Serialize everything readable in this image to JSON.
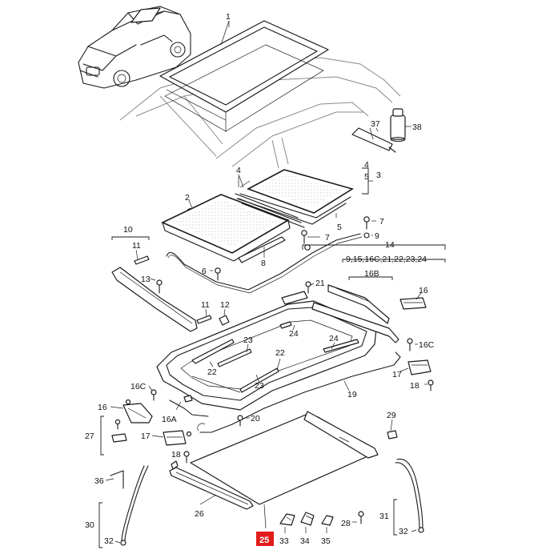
{
  "diagram": {
    "labels": {
      "l1": "1",
      "l2": "2",
      "l3": "3",
      "l4": "4",
      "l5a": "5",
      "l5b": "5",
      "l6": "6",
      "l7a": "7",
      "l7b": "7",
      "l8": "8",
      "l9": "9",
      "l10": "10",
      "l11a": "11",
      "l11b": "11",
      "l12": "12",
      "l13": "13",
      "l14": "14",
      "l14sub": "9,15,16C,21,22,23,24",
      "l16a": "16",
      "l16b": "16",
      "l16B": "16B",
      "l16Ca": "16C",
      "l16Cb": "16C",
      "l16A": "16A",
      "l17a": "17",
      "l17b": "17",
      "l18a": "18",
      "l18b": "18",
      "l19": "19",
      "l20": "20",
      "l21": "21",
      "l22a": "22",
      "l22b": "22",
      "l23a": "23",
      "l23b": "23",
      "l24a": "24",
      "l24b": "24",
      "l25": "25",
      "l26": "26",
      "l27": "27",
      "l28": "28",
      "l29": "29",
      "l30": "30",
      "l31": "31",
      "l32a": "32",
      "l32b": "32",
      "l33": "33",
      "l34": "34",
      "l35": "35",
      "l36": "36",
      "l37": "37",
      "l38": "38"
    },
    "highlight_color": "#e21b1b"
  }
}
